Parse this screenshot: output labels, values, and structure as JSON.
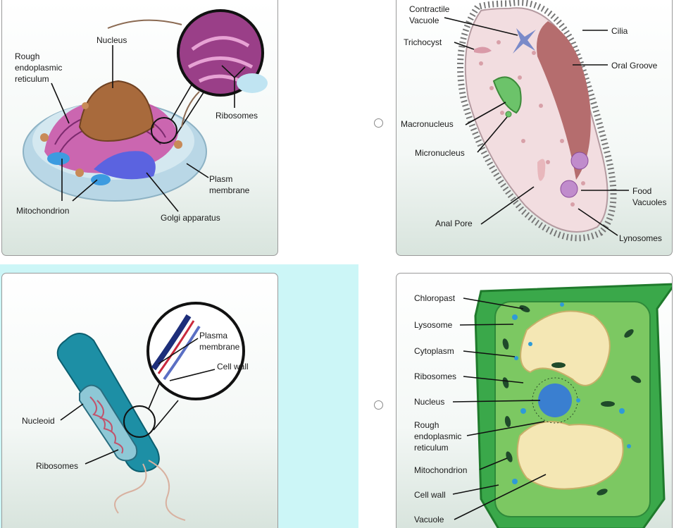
{
  "animal_cell": {
    "labels": {
      "nucleus": "Nucleus",
      "rer": [
        "Rough",
        "endoplasmic",
        "reticulum"
      ],
      "ribosomes": "Ribosomes",
      "plasm": [
        "Plasm",
        "membrane"
      ],
      "mitochondrion": "Mitochondrion",
      "golgi": "Golgi apparatus"
    }
  },
  "paramecium": {
    "labels": {
      "contractile": [
        "Contractile",
        "Vacuole"
      ],
      "trichocyst": "Trichocyst",
      "cilia": "Cilia",
      "oral_groove": "Oral Groove",
      "macronucleus": "Macronucleus",
      "micronucleus": "Micronucleus",
      "food_vacuoles": [
        "Food",
        "Vacuoles"
      ],
      "anal_pore": "Anal Pore",
      "lynosomes": "Lynosomes"
    }
  },
  "bacterium": {
    "labels": {
      "plasma": [
        "Plasma",
        "membrane"
      ],
      "cell_wall": "Cell wall",
      "nucleoid": "Nucleoid",
      "ribosomes": "Ribosomes"
    }
  },
  "plant_cell": {
    "labels": {
      "chloroplast": "Chloropast",
      "lysosome": "Lysosome",
      "cytoplasm": "Cytoplasm",
      "ribosomes": "Ribosomes",
      "nucleus": "Nucleus",
      "rer": [
        "Rough",
        "endoplasmic",
        "reticulum"
      ],
      "mitochondrion": "Mitochondrion",
      "cell_wall": "Cell wall",
      "vacuole": "Vacuole"
    }
  },
  "options": [
    {
      "selected": false
    },
    {
      "selected": false
    }
  ]
}
